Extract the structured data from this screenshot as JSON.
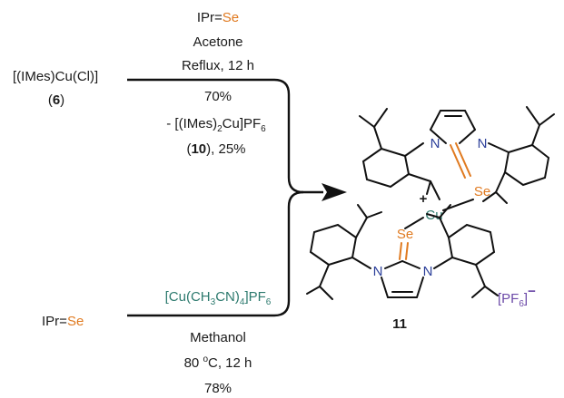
{
  "colors": {
    "selenium": "#e07a20",
    "copper": "#2d7a6e",
    "nitrogen": "#2c3f9a",
    "anion": "#6c4aa8",
    "bond": "#111111"
  },
  "route_top": {
    "reactant_line1": "[(IMes)Cu(Cl)]",
    "reactant_line2_open": "(",
    "reactant_number": "6",
    "reactant_line2_close": ")",
    "reagent_prefix": "IPr=",
    "reagent_se": "Se",
    "solvent": "Acetone",
    "conditions": "Reflux, 12 h",
    "yield": "70%",
    "byproduct_prefix": "- [(IMes)",
    "byproduct_sub": "2",
    "byproduct_mid": "Cu]PF",
    "byproduct_sub2": "6",
    "byproduct_open": "(",
    "byproduct_number": "10",
    "byproduct_close": "), 25%"
  },
  "route_bottom": {
    "reactant_prefix": "IPr=",
    "reactant_se": "Se",
    "reagent_a": "[Cu(CH",
    "reagent_sub1": "3",
    "reagent_b": "CN)",
    "reagent_sub2": "4",
    "reagent_c": "]PF",
    "reagent_sub3": "6",
    "solvent": "Methanol",
    "temp_a": "80 ",
    "temp_sup": "o",
    "temp_b": "C, 12 h",
    "yield": "78%"
  },
  "product": {
    "number": "11",
    "n_label": "N",
    "se_label": "Se",
    "cu_label": "Cu",
    "charge": "+",
    "anion_a": "[PF",
    "anion_sub": "6",
    "anion_b": "]",
    "anion_charge": "−"
  }
}
